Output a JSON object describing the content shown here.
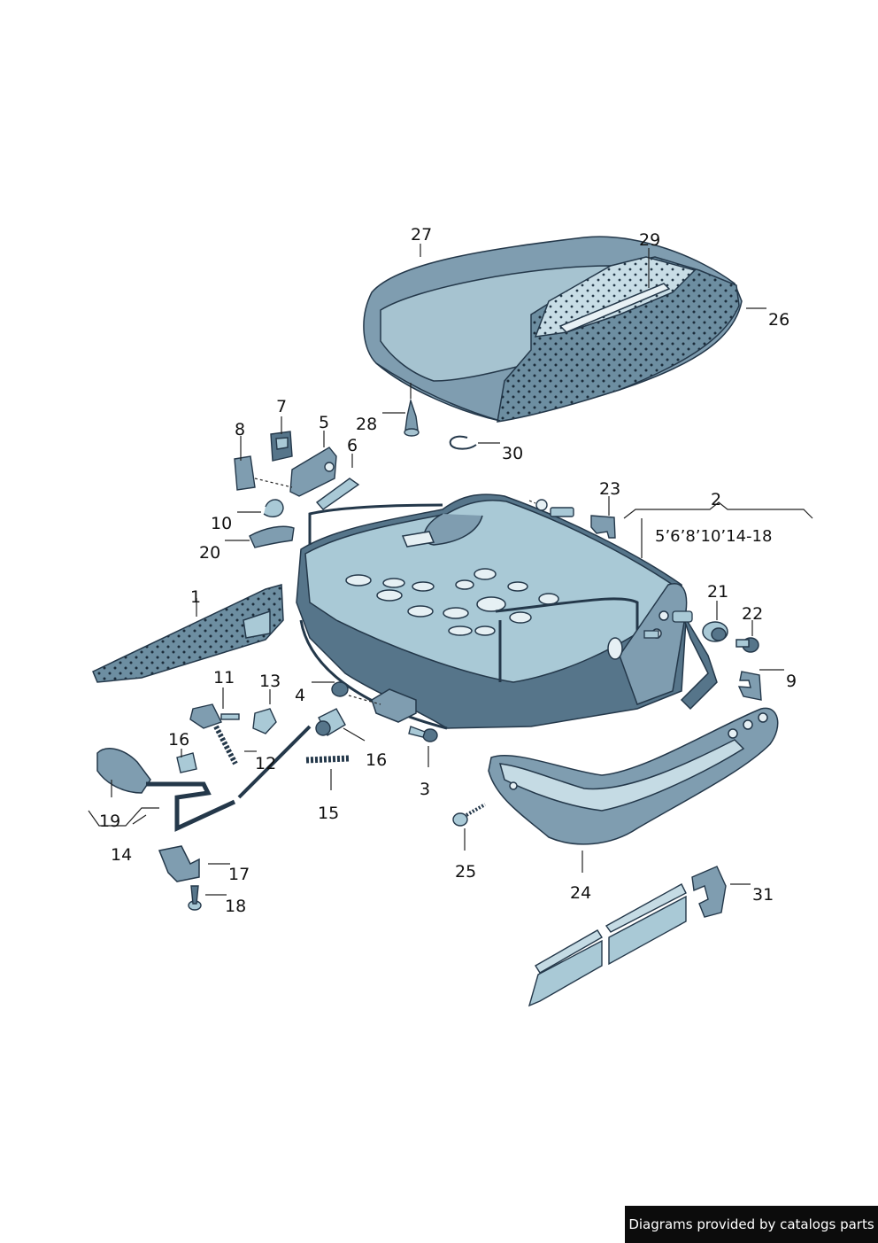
{
  "labels": {
    "l27": "27",
    "l29": "29",
    "l26": "26",
    "l7": "7",
    "l5": "5",
    "l6": "6",
    "l8": "8",
    "l28": "28",
    "l30": "30",
    "l23": "23",
    "l2": "2",
    "l2sub": "5’6’8’10’14-18",
    "l10": "10",
    "l20": "20",
    "l1": "1",
    "l21": "21",
    "l22": "22",
    "l9": "9",
    "l11": "11",
    "l13": "13",
    "l4": "4",
    "l16a": "16",
    "l16b": "16",
    "l12": "12",
    "l3": "3",
    "l15": "15",
    "l19": "19",
    "l14": "14",
    "l25": "25",
    "l24": "24",
    "l17": "17",
    "l18": "18",
    "l31": "31"
  },
  "footer": {
    "text": "Diagrams provided by catalogs parts"
  },
  "colors": {
    "part_fill": "#a9c9d6",
    "part_dark": "#56758a",
    "outline": "#24384a",
    "leader": "#222222"
  }
}
